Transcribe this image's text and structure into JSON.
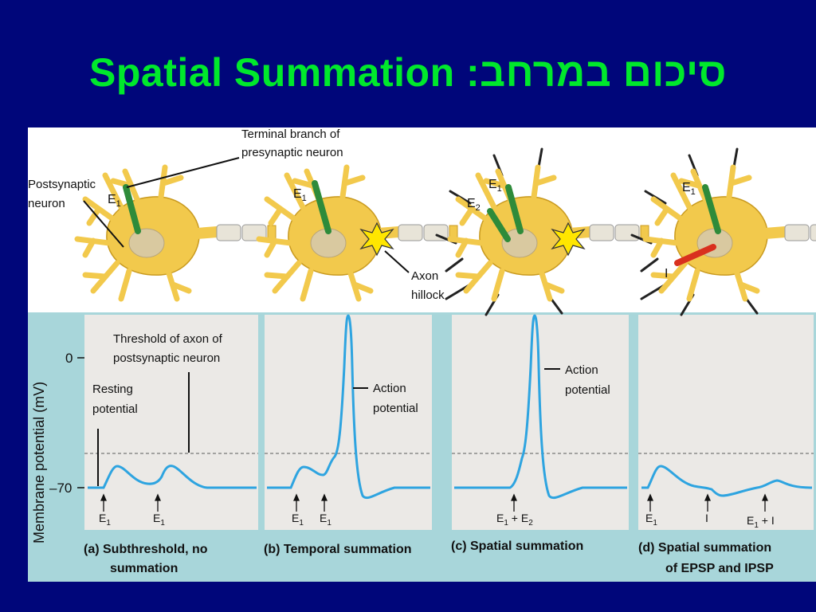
{
  "title": "Spatial Summation :סיכום במרחב",
  "neuron_labels": {
    "terminal_branch_1": "Terminal branch of",
    "terminal_branch_2": "presynaptic neuron",
    "postsynaptic_1": "Postsynaptic",
    "postsynaptic_2": "neuron",
    "axon_hillock_1": "Axon",
    "axon_hillock_2": "hillock"
  },
  "synapse_labels": {
    "e": "E",
    "sub1": "1",
    "sub2": "2",
    "i": "I"
  },
  "graph_labels": {
    "y_axis": "Membrane potential (mV)",
    "tick_0": "0",
    "tick_70": "–70",
    "threshold_1": "Threshold of axon of",
    "threshold_2": "postsynaptic neuron",
    "resting_1": "Resting",
    "resting_2": "potential",
    "action_1": "Action",
    "action_2": "potential",
    "stim_e1_plus_e2_mid": " + E",
    "stim_i": "I",
    "stim_e1_plus_i_mid": " + I"
  },
  "captions": {
    "a1": "(a) Subthreshold, no",
    "a2": "summation",
    "b": "(b) Temporal summation",
    "c": "(c) Spatial summation",
    "d1": "(d) Spatial summation",
    "d2": "of EPSP and IPSP"
  },
  "colors": {
    "background": "#00067a",
    "title": "#00e82c",
    "trace": "#2ea4e0",
    "band": "#a8d6da",
    "panel": "#ebe9e6",
    "neuron": "#f2c94c",
    "excitatory_terminal": "#2e8b3a",
    "inhibitory_terminal": "#d9301e"
  }
}
